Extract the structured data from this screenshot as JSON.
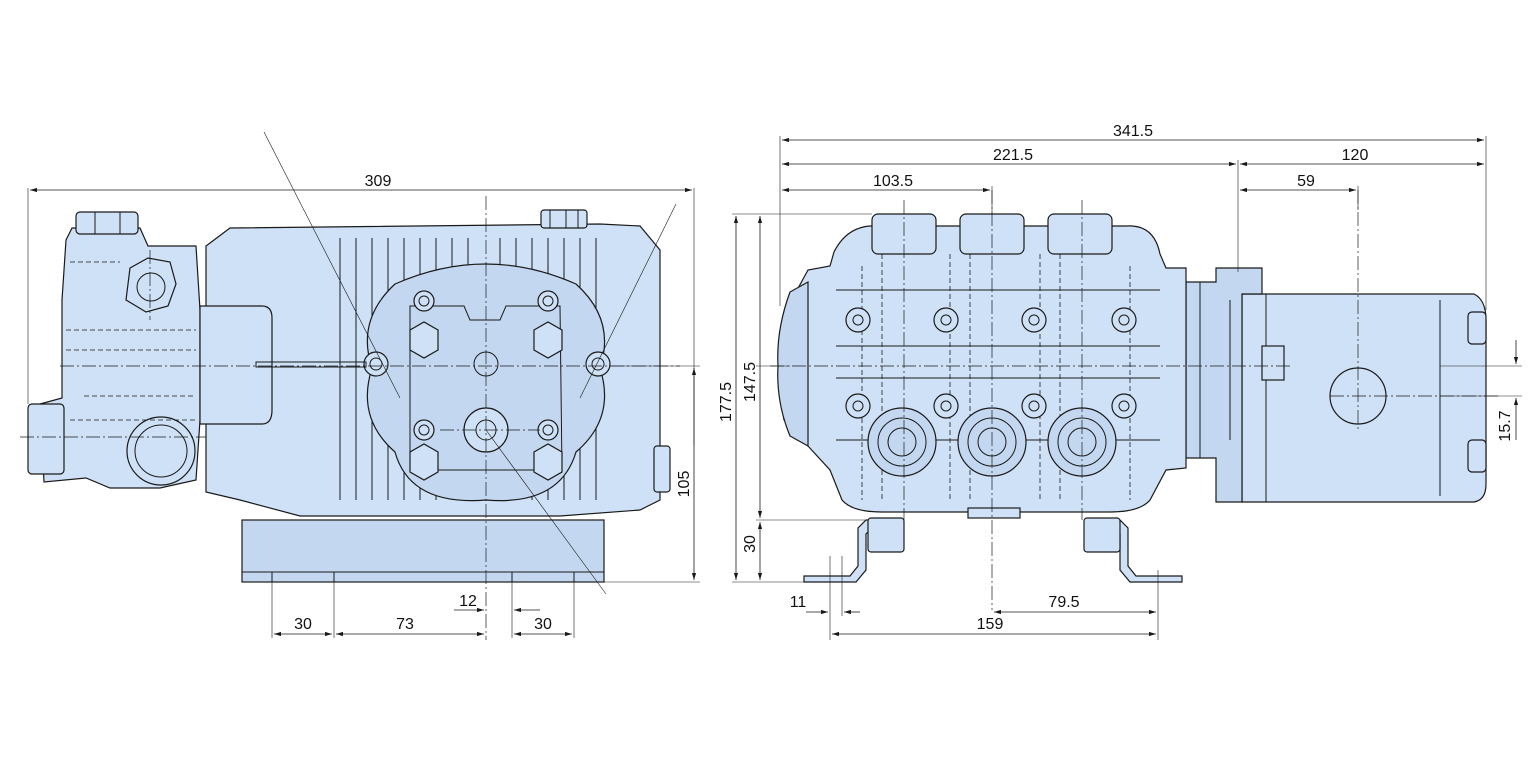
{
  "drawing": {
    "colors": {
      "body": "#cfe1f6",
      "line": "#1a1a1a",
      "background": "#ffffff"
    },
    "side_view": {
      "dimensions": {
        "overall_length": "309",
        "height": "105",
        "foot_left": "30",
        "foot_spacing": "73",
        "offset": "12",
        "foot_right": "30"
      }
    },
    "end_view": {
      "dimensions": {
        "total_length": "341.5",
        "pump_length": "221.5",
        "motor_length": "120",
        "inlet_position": "103.5",
        "motor_center": "59",
        "total_height": "177.5",
        "shaft_height": "147.5",
        "foot_height": "30",
        "shaft_offset": "15.7",
        "foot_slot": "11",
        "foot_half_span": "79.5",
        "foot_span": "159"
      }
    }
  }
}
